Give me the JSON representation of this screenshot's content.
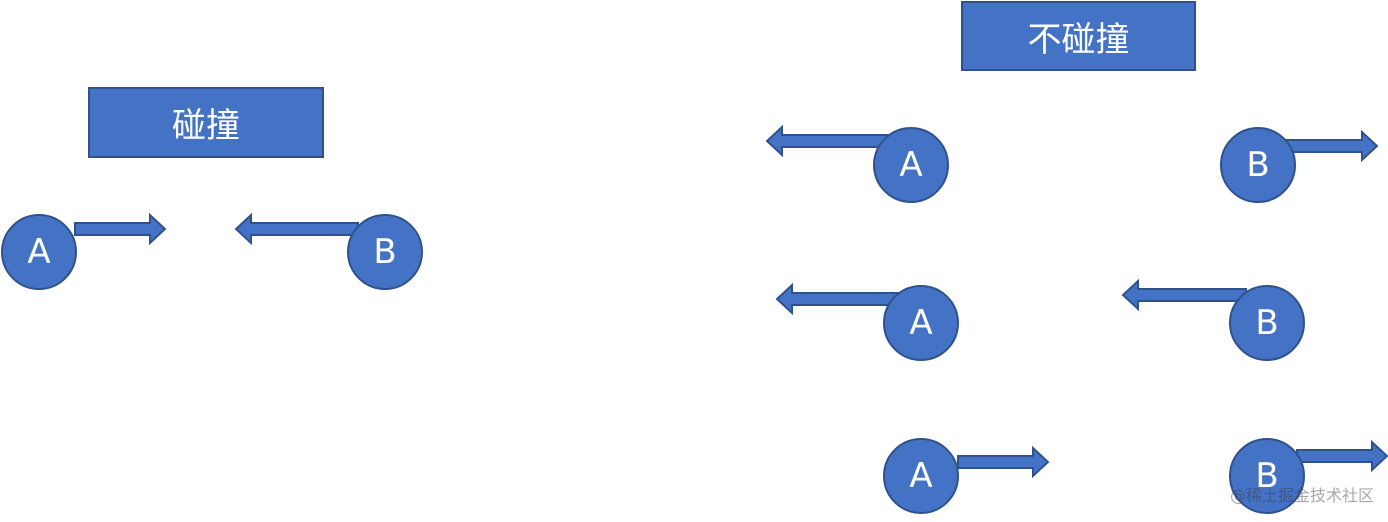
{
  "colors": {
    "fill": "#4472c4",
    "stroke": "#2f528f",
    "text": "#ffffff"
  },
  "collide": {
    "title": "碰撞",
    "ball_a": "A",
    "ball_b": "B"
  },
  "no_collide": {
    "title": "不碰撞",
    "rows": [
      {
        "ball_a": "A",
        "ball_b": "B"
      },
      {
        "ball_a": "A",
        "ball_b": "B"
      },
      {
        "ball_a": "A",
        "ball_b": "B"
      }
    ]
  },
  "watermark": "@稀土掘金技术社区"
}
